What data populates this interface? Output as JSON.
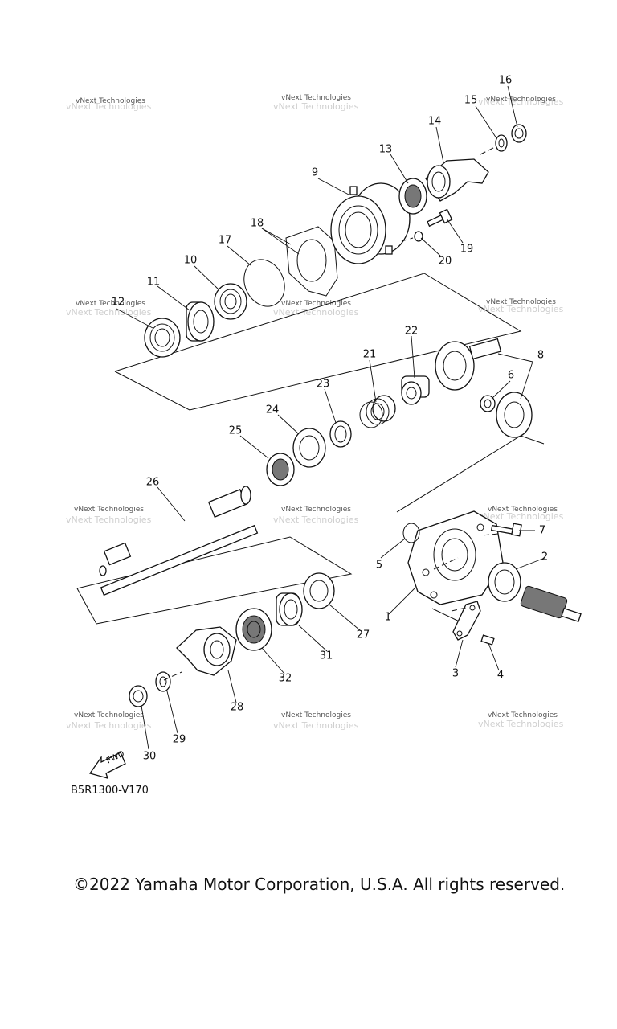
{
  "diagram": {
    "code": "B5R1300-V170",
    "copyright": "©2022 Yamaha Motor Corporation, U.S.A. All rights reserved.",
    "fwd_label": "FWD",
    "watermark": "vNext Technologies",
    "callouts": [
      "1",
      "2",
      "3",
      "4",
      "5",
      "6",
      "7",
      "8",
      "9",
      "10",
      "11",
      "12",
      "13",
      "14",
      "15",
      "16",
      "17",
      "18",
      "19",
      "20",
      "21",
      "22",
      "23",
      "24",
      "25",
      "26",
      "27",
      "28",
      "29",
      "30",
      "31",
      "32"
    ]
  }
}
